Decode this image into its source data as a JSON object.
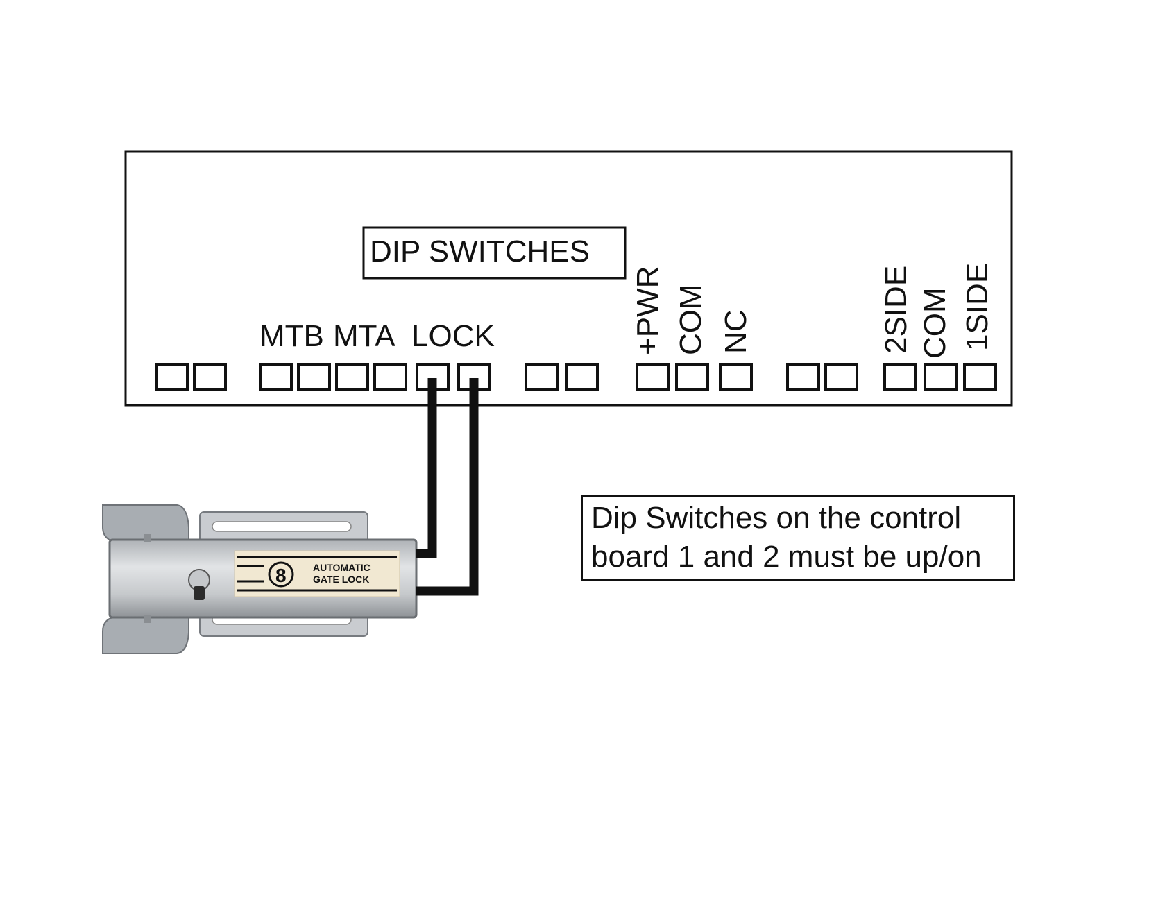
{
  "board": {
    "dip_label": "DIP SWITCHES",
    "labels": {
      "mtb": "MTB",
      "mta": "MTA",
      "lock": "LOCK",
      "pwr": "+PWR",
      "com1": "COM",
      "nc": "NC",
      "side2": "2SIDE",
      "com2": "COM",
      "side1": "1SIDE"
    }
  },
  "device": {
    "label_line1": "AUTOMATIC",
    "label_line2": "GATE LOCK",
    "logo_text": "8"
  },
  "note": {
    "line1": "Dip Switches on the control",
    "line2": "board 1 and 2 must be up/on"
  },
  "colors": {
    "line": "#111111",
    "metal_light": "#d8dadc",
    "metal_dark": "#8e9296",
    "label_bg": "#f1e8d2"
  }
}
